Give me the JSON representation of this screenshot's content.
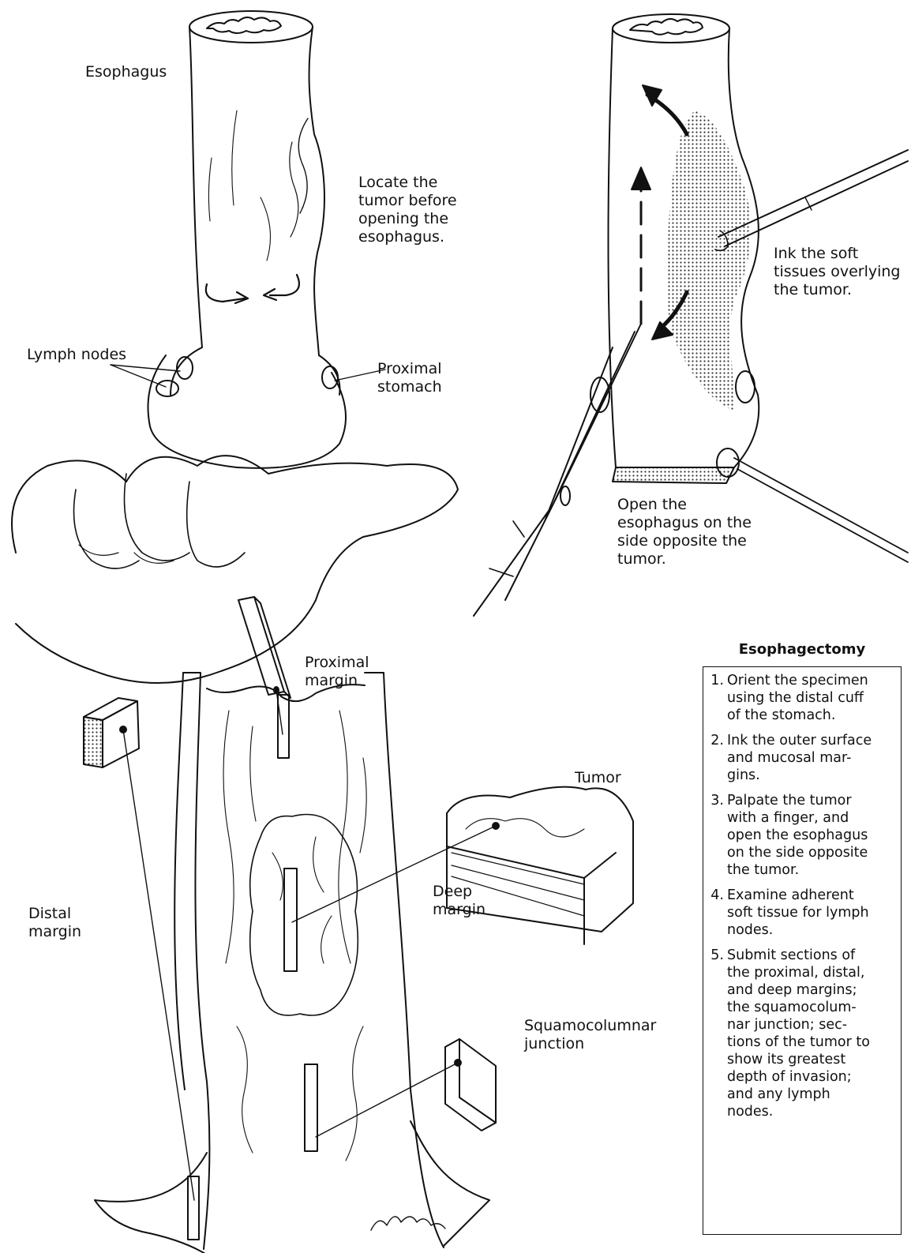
{
  "labels": {
    "esophagus": "Esophagus",
    "locate_tumor": [
      "Locate the",
      "tumor before",
      "opening the",
      "esophagus."
    ],
    "lymph_nodes": "Lymph nodes",
    "proximal_stomach": [
      "Proximal",
      "stomach"
    ],
    "ink_soft": [
      "Ink the soft",
      "tissues overlying",
      "the tumor."
    ],
    "open_esophagus": [
      "Open the",
      "esophagus on the",
      "side opposite the",
      "tumor."
    ],
    "proximal_margin": [
      "Proximal",
      "margin"
    ],
    "tumor": "Tumor",
    "deep_margin": [
      "Deep",
      "margin"
    ],
    "distal_margin": [
      "Distal",
      "margin"
    ],
    "squamocolumnar": [
      "Squamocolumnar",
      "junction"
    ]
  },
  "steps_title": "Esophagectomy",
  "steps": [
    {
      "num": "1.",
      "lines": [
        "Orient the specimen",
        "using the distal cuff",
        "of the stomach."
      ]
    },
    {
      "num": "2.",
      "lines": [
        "Ink the outer surface",
        "and mucosal mar-",
        "gins."
      ]
    },
    {
      "num": "3.",
      "lines": [
        "Palpate the tumor",
        "with a finger, and",
        "open the esophagus",
        "on the side opposite",
        "the tumor."
      ]
    },
    {
      "num": "4.",
      "lines": [
        "Examine adherent",
        "soft tissue for lymph",
        "nodes."
      ]
    },
    {
      "num": "5.",
      "lines": [
        "Submit sections of",
        "the proximal, distal,",
        "and deep margins;",
        "the squamocolum-",
        "nar junction; sec-",
        "tions of the tumor to",
        "show its greatest",
        "depth of invasion;",
        "and any lymph",
        "nodes."
      ]
    }
  ]
}
